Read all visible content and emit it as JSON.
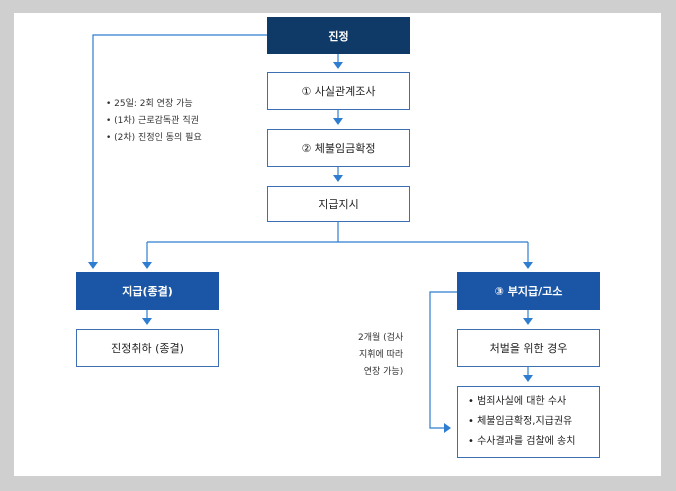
{
  "colors": {
    "dark_box": "#0f3a68",
    "mid_box": "#1b56a6",
    "line": "#2f7dd1",
    "border": "#3d6fb3"
  },
  "boxes": {
    "petition": "진정",
    "fact_investigation": "① 사실관계조사",
    "wage_confirmation": "② 체불임금확정",
    "payment_order": "지급지시",
    "payment_closed": "지급(종결)",
    "withdraw_closed": "진정취하 (종결)",
    "nonpayment_complaint": "③ 부지급/고소",
    "punishment_case": "처벌을 위한 경우"
  },
  "extension_notes": [
    "• 25일: 2회 연장 가능",
    "• (1차) 근로감독관 직권",
    "• (2차) 진정인 동의 필요"
  ],
  "prosecution_note": [
    "2개월 (검사",
    "지휘에 따라",
    "연장 가능)"
  ],
  "final_steps": [
    "• 범죄사실에 대한 수사",
    "• 체불임금확정,지급권유",
    "• 수사결과를 검찰에 송치"
  ]
}
